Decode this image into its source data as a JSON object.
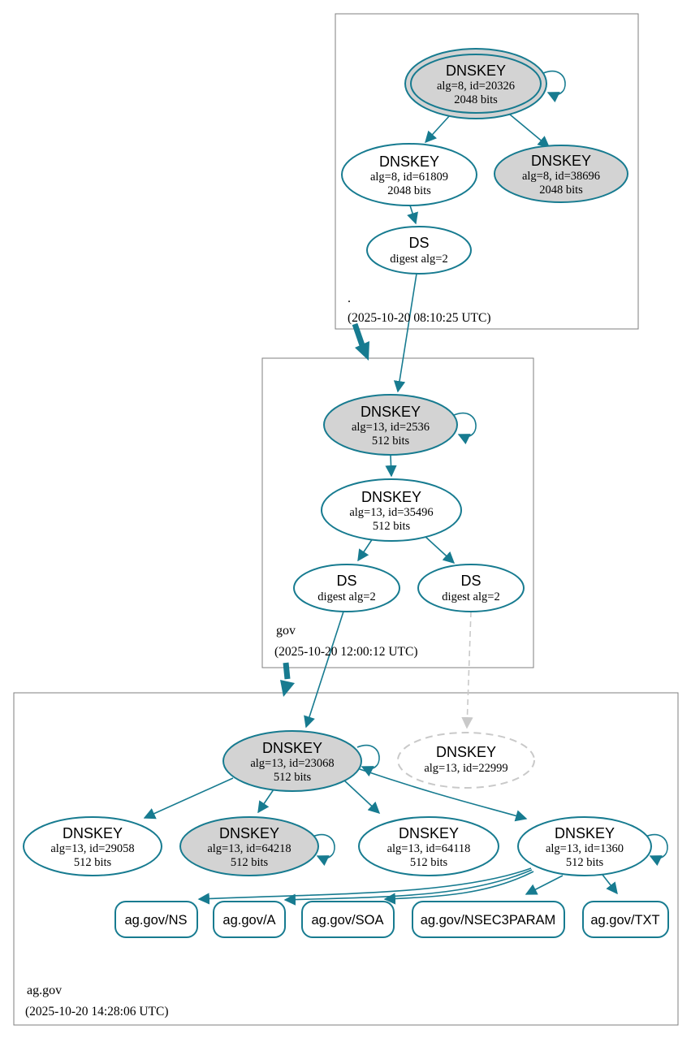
{
  "colors": {
    "edge_teal": "#177b90",
    "node_fill_gray": "#d3d3d3",
    "dashed_gray": "#c9c9c9",
    "box_border": "#7f7f7f"
  },
  "zones": {
    "root": {
      "label": ".",
      "timestamp": "(2025-10-20 08:10:25 UTC)",
      "nodes": {
        "ksk20326": {
          "type": "DNSKEY",
          "line1": "alg=8, id=20326",
          "line2": "2048 bits"
        },
        "zsk61809": {
          "type": "DNSKEY",
          "line1": "alg=8, id=61809",
          "line2": "2048 bits"
        },
        "key38696": {
          "type": "DNSKEY",
          "line1": "alg=8, id=38696",
          "line2": "2048 bits"
        },
        "ds": {
          "type": "DS",
          "line1": "digest alg=2"
        }
      }
    },
    "gov": {
      "label": "gov",
      "timestamp": "(2025-10-20 12:00:12 UTC)",
      "nodes": {
        "ksk2536": {
          "type": "DNSKEY",
          "line1": "alg=13, id=2536",
          "line2": "512 bits"
        },
        "zsk35496": {
          "type": "DNSKEY",
          "line1": "alg=13, id=35496",
          "line2": "512 bits"
        },
        "ds_left": {
          "type": "DS",
          "line1": "digest alg=2"
        },
        "ds_right": {
          "type": "DS",
          "line1": "digest alg=2"
        }
      }
    },
    "ag_gov": {
      "label": "ag.gov",
      "timestamp": "(2025-10-20 14:28:06 UTC)",
      "nodes": {
        "ksk23068": {
          "type": "DNSKEY",
          "line1": "alg=13, id=23068",
          "line2": "512 bits"
        },
        "missing22999": {
          "type": "DNSKEY",
          "line1": "alg=13, id=22999"
        },
        "key29058": {
          "type": "DNSKEY",
          "line1": "alg=13, id=29058",
          "line2": "512 bits"
        },
        "key64218": {
          "type": "DNSKEY",
          "line1": "alg=13, id=64218",
          "line2": "512 bits"
        },
        "key64118": {
          "type": "DNSKEY",
          "line1": "alg=13, id=64118",
          "line2": "512 bits"
        },
        "key1360": {
          "type": "DNSKEY",
          "line1": "alg=13, id=1360",
          "line2": "512 bits"
        }
      },
      "rrsets": [
        {
          "label": "ag.gov/NS"
        },
        {
          "label": "ag.gov/A"
        },
        {
          "label": "ag.gov/SOA"
        },
        {
          "label": "ag.gov/NSEC3PARAM"
        },
        {
          "label": "ag.gov/TXT"
        }
      ]
    }
  }
}
